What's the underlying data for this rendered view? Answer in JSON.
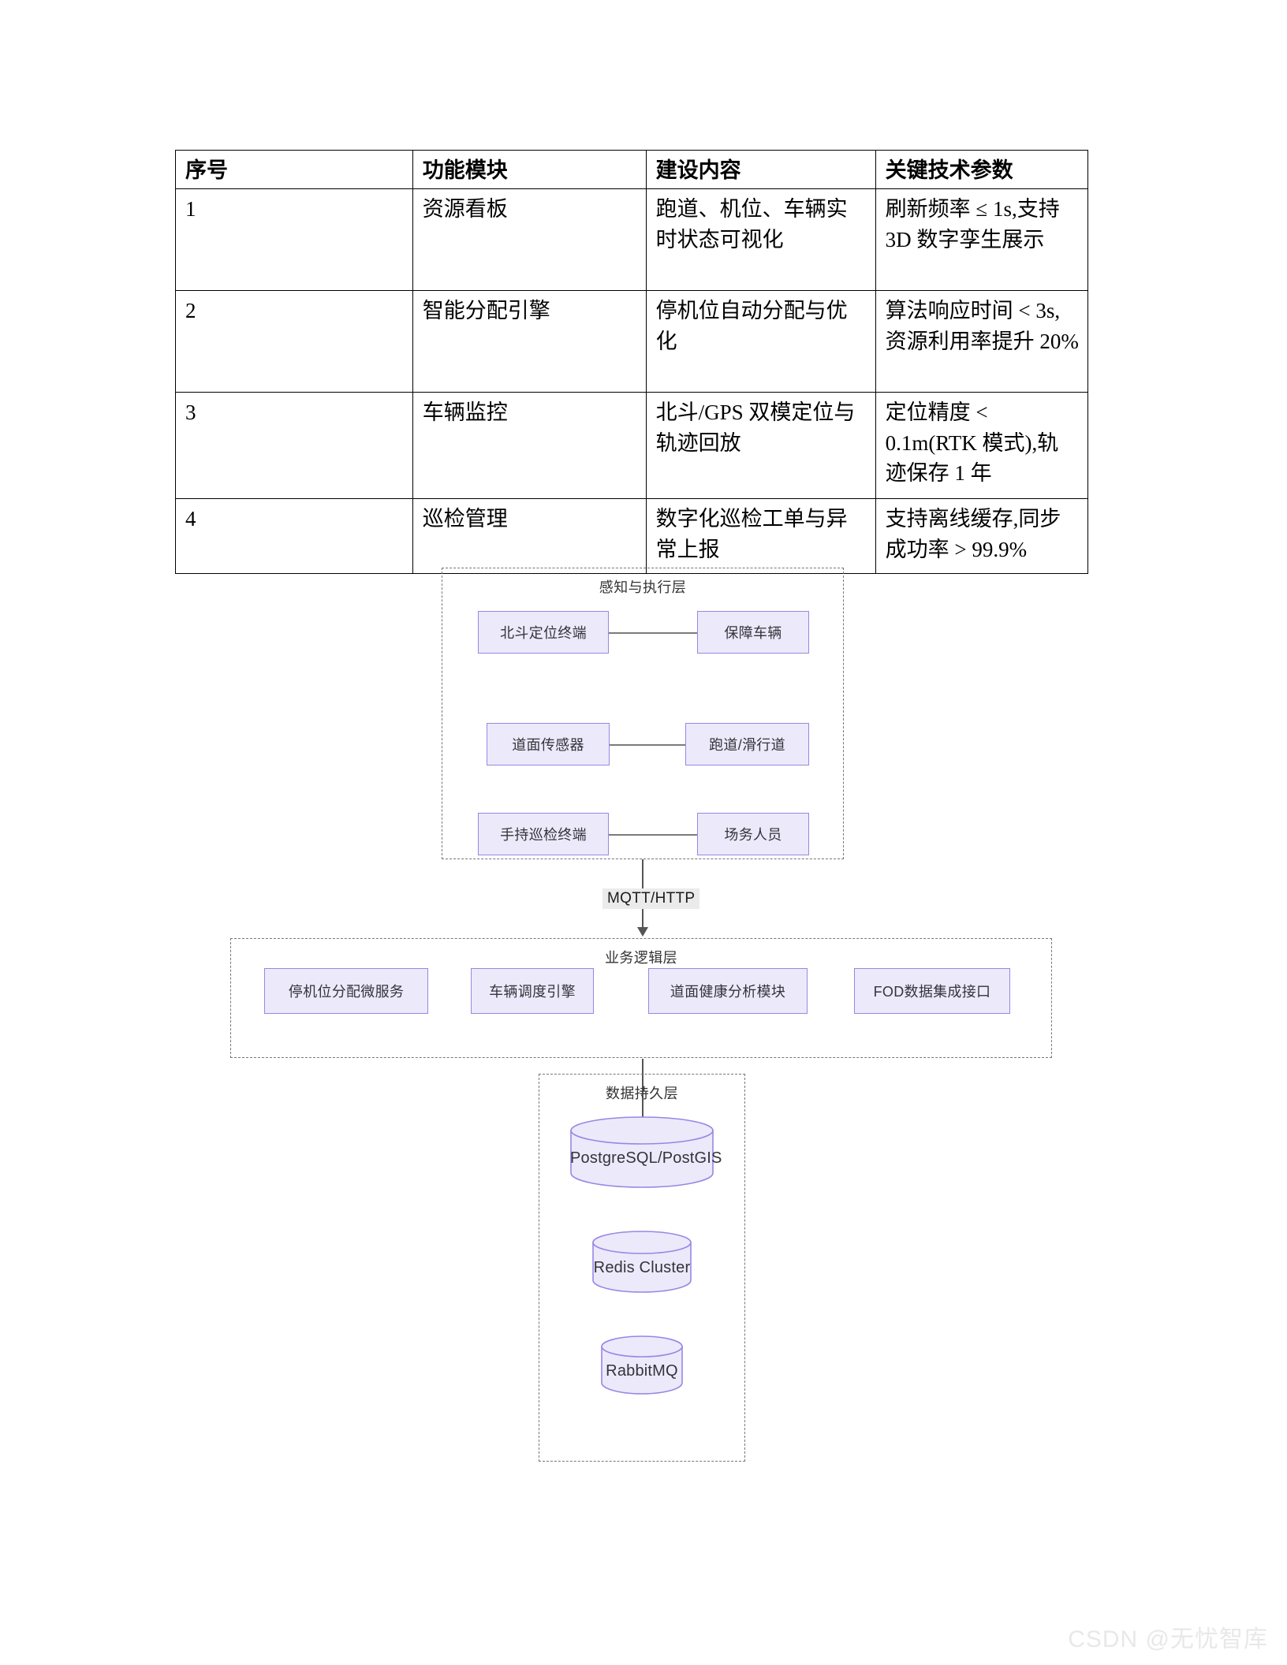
{
  "table": {
    "headers": [
      "序号",
      "功能模块",
      "建设内容",
      "关键技术参数"
    ],
    "rows": [
      {
        "index": "1",
        "module": "资源看板",
        "content": "跑道、机位、车辆实时状态可视化",
        "params": "刷新频率 ≤ 1s,支持 3D 数字孪生展示"
      },
      {
        "index": "2",
        "module": "智能分配引擎",
        "content": "停机位自动分配与优化",
        "params": "算法响应时间 < 3s,资源利用率提升 20%"
      },
      {
        "index": "3",
        "module": "车辆监控",
        "content": "北斗/GPS 双模定位与轨迹回放",
        "params": "定位精度 < 0.1m(RTK 模式),轨迹保存 1 年"
      },
      {
        "index": "4",
        "module": "巡检管理",
        "content": "数字化巡检工单与异常上报",
        "params": "支持离线缓存,同步成功率 > 99.9%"
      }
    ]
  },
  "diagram": {
    "layers": [
      {
        "title": "感知与执行层"
      },
      {
        "title": "业务逻辑层"
      },
      {
        "title": "数据持久层"
      }
    ],
    "perception": {
      "pairs": [
        {
          "left": "北斗定位终端",
          "right": "保障车辆"
        },
        {
          "left": "道面传感器",
          "right": "跑道/滑行道"
        },
        {
          "left": "手持巡检终端",
          "right": "场务人员"
        }
      ]
    },
    "business": {
      "modules": [
        "停机位分配微服务",
        "车辆调度引擎",
        "道面健康分析模块",
        "FOD数据集成接口"
      ]
    },
    "persistence": {
      "stores": [
        "PostgreSQL/PostGIS",
        "Redis Cluster",
        "RabbitMQ"
      ]
    },
    "edges": {
      "protocol_label": "MQTT/HTTP"
    },
    "colors": {
      "node_fill": "#ECE9FB",
      "node_border": "#9A86E3",
      "layer_border": "#777777",
      "edge_label_bg": "#EBEBEB"
    }
  },
  "watermark": {
    "text": "CSDN @无忧智库"
  }
}
